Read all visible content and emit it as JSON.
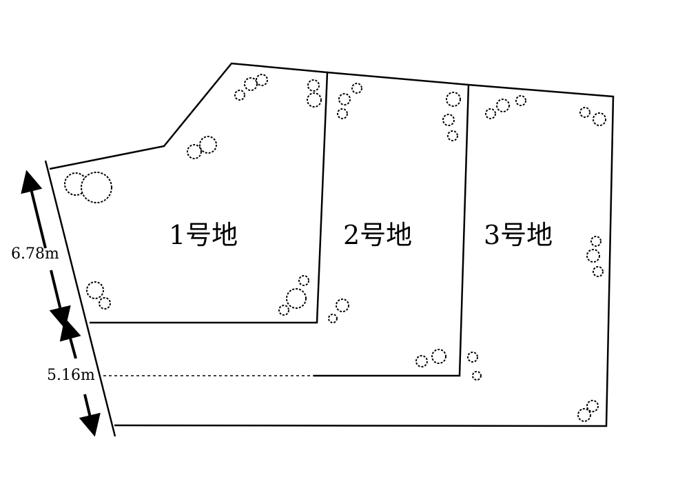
{
  "lots": [
    {
      "label": "1号地"
    },
    {
      "label": "2号地"
    },
    {
      "label": "3号地"
    }
  ],
  "dimensions": [
    {
      "label": "6.78m"
    },
    {
      "label": "5.16m"
    }
  ]
}
